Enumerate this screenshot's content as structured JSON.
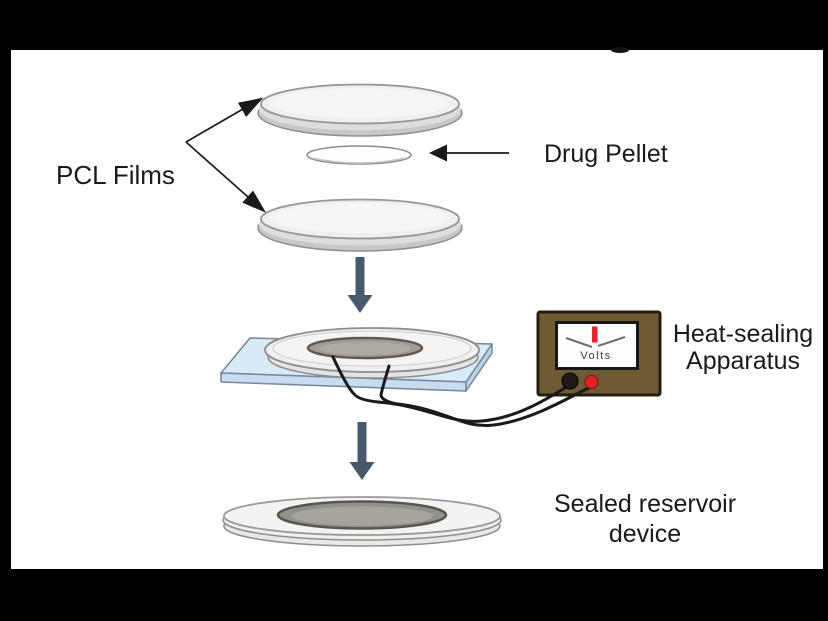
{
  "diagram": {
    "labels": {
      "pcl_films": "PCL Films",
      "drug_pellet": "Drug Pellet",
      "heat_sealing": [
        "Heat-sealing",
        "Apparatus"
      ],
      "sealed_device": [
        "Sealed reservoir",
        "device"
      ],
      "volts": "Volts"
    },
    "colors": {
      "frame": "#000000",
      "canvas": "#ffffff",
      "text": "#1a1a1a",
      "flow_arrow": "#47596b",
      "annotation_arrow": "#1a1a1a",
      "plate_top": "#d9ebf9",
      "plate_front": "#c7dcee",
      "plate_side": "#b9d1e6",
      "plate_outline": "#74879b",
      "apparatus_body": "#6e5b33",
      "apparatus_outline": "#241c0c",
      "display_bg": "#fdfdfd",
      "needle_red": "#e8242b",
      "knob_black": "#1b1b1b",
      "knob_red": "#e42127",
      "wire": "#1a1a1a",
      "film_surface": "#f0eeee",
      "film_rim": "#c9c7c7",
      "film_outline": "#8e8e8e",
      "reservoir_ring": "#a09b93",
      "reservoir_ring_outline": "#5f5b54"
    }
  }
}
